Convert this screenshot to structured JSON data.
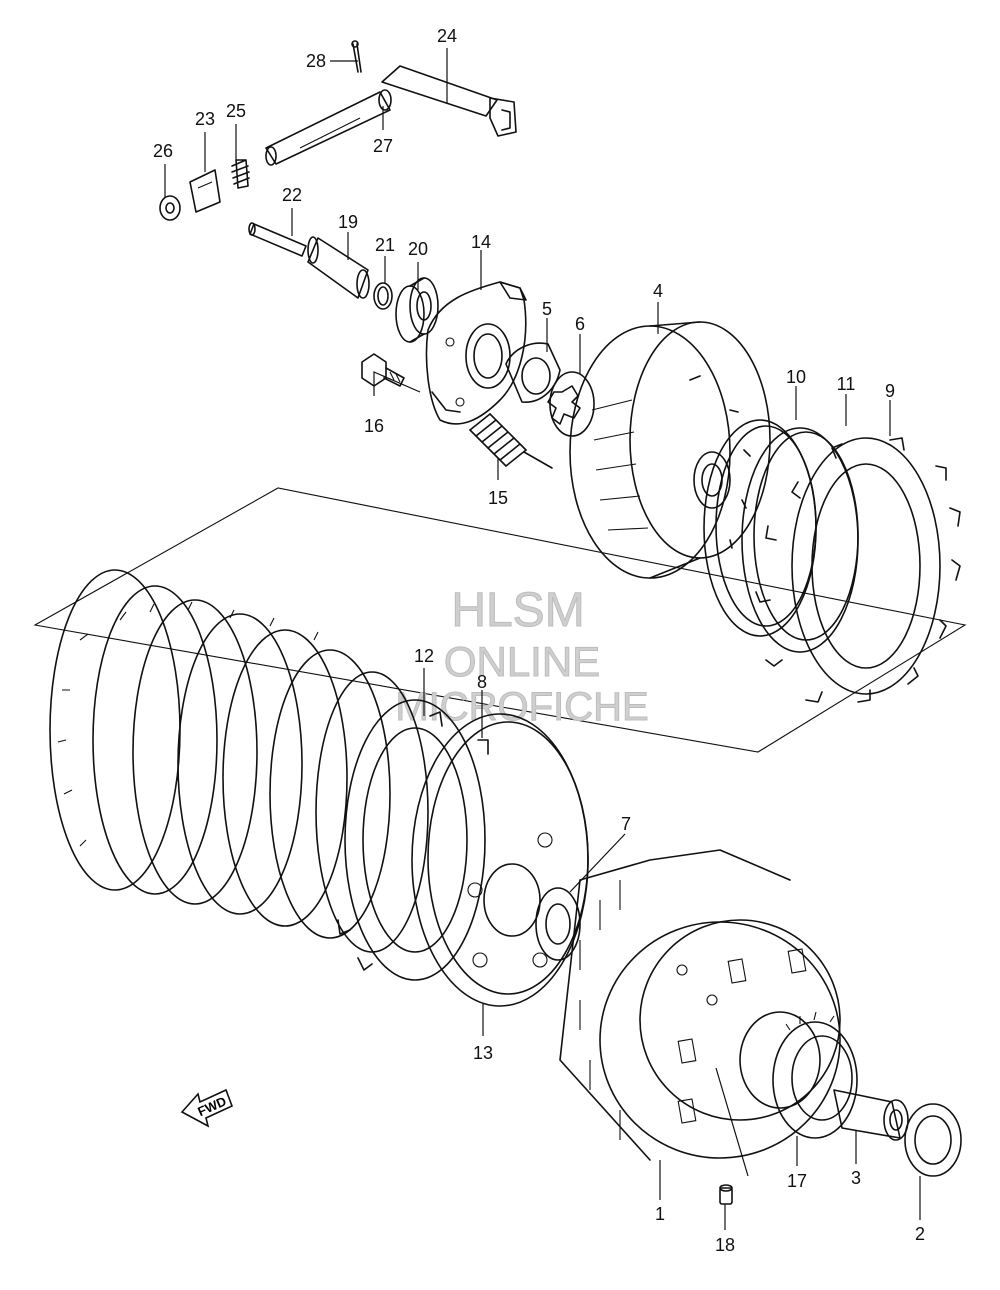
{
  "watermark": {
    "line1": "HLSM",
    "line2": "ONLINE",
    "line3": "MICROFICHE"
  },
  "fwd_label": "FWD",
  "callouts": {
    "c1": "1",
    "c2": "2",
    "c3": "3",
    "c4": "4",
    "c5": "5",
    "c6": "6",
    "c7": "7",
    "c8": "8",
    "c9": "9",
    "c10": "10",
    "c11": "11",
    "c12": "12",
    "c13": "13",
    "c14": "14",
    "c15": "15",
    "c16": "16",
    "c17": "17",
    "c18": "18",
    "c19": "19",
    "c20": "20",
    "c21": "21",
    "c22": "22",
    "c23": "23",
    "c24": "24",
    "c25": "25",
    "c26": "26",
    "c27": "27",
    "c28": "28"
  }
}
